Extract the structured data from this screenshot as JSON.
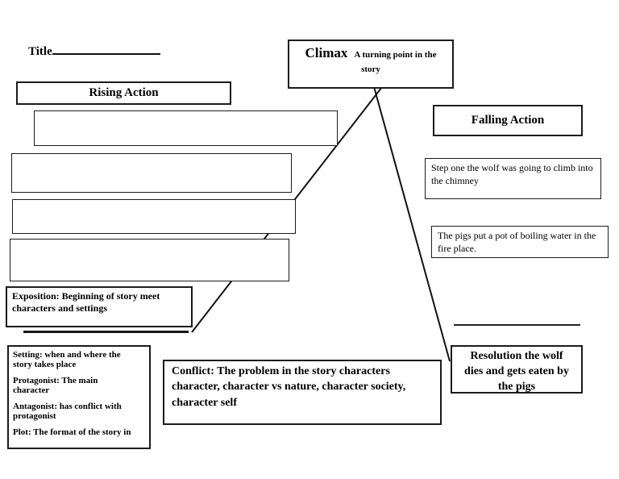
{
  "page": {
    "background": "#ffffff",
    "ink": "#000000"
  },
  "title": {
    "label": "Title"
  },
  "rising_action": {
    "label": "Rising Action"
  },
  "climax": {
    "heading": "Climax",
    "description": "A turning point in the\nstory"
  },
  "falling_action": {
    "label": "Falling Action"
  },
  "exposition": {
    "text": "Exposition: Beginning of story meet\ncharacters and settings"
  },
  "falling_steps": [
    {
      "text": "Step one the wolf was going to climb into\nthe chimney"
    },
    {
      "text": "The pigs put a pot of boiling water in the\nfire place."
    }
  ],
  "resolution": {
    "text": "Resolution the wolf\ndies and gets eaten by\nthe pigs"
  },
  "conflict": {
    "text": "Conflict: The problem in the story characters\ncharacter, character vs nature, character society,\ncharacter self"
  },
  "story_elements": {
    "items": [
      "Setting: when and where the\nstory takes place",
      "Protagonist: The main\ncharacter",
      "Antagonist: has conflict with\nprotagonist",
      "Plot: The format of the story in"
    ]
  }
}
